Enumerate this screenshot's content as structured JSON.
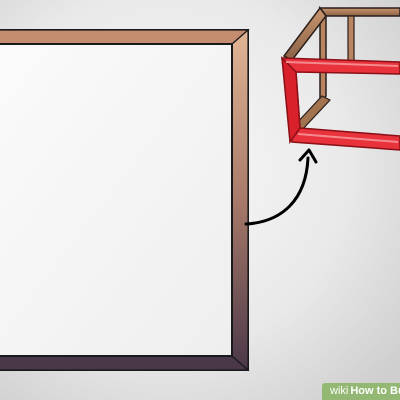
{
  "watermark": {
    "brand": "wiki",
    "title": "How to Bu"
  },
  "colors": {
    "background_center": "#f8f8f8",
    "background_edge": "#d3d3d3",
    "frame_top": "#d09a7a",
    "frame_bottom": "#3c2b3a",
    "highlight_red": "#e8323c",
    "arrow": "#000000",
    "watermark_bg": "#93b873"
  },
  "icons": {
    "arrow": "curved-arrow-icon",
    "frame": "picture-frame",
    "box": "box-frame"
  }
}
